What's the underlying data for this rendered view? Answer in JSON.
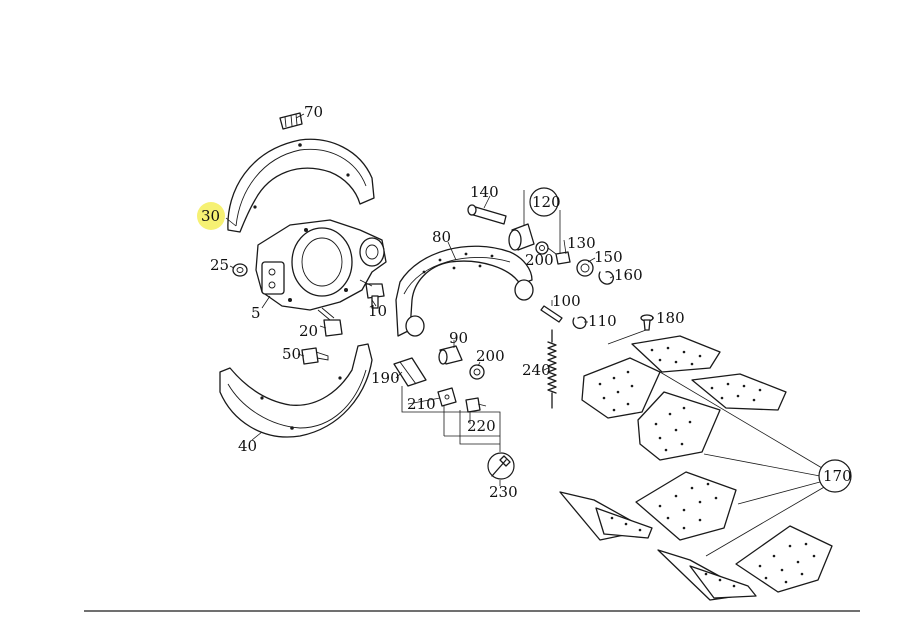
{
  "highlight_color": "#f4ef5a",
  "highlighted_part": "30",
  "callouts": {
    "p5": "5",
    "p10": "10",
    "p20": "20",
    "p25": "25",
    "p30": "30",
    "p40": "40",
    "p50": "50",
    "p70": "70",
    "p80": "80",
    "p90": "90",
    "p100": "100",
    "p110": "110",
    "p120": "120",
    "p130": "130",
    "p140": "140",
    "p150": "150",
    "p160": "160",
    "p170": "170",
    "p180": "180",
    "p190": "190",
    "p200a": "200",
    "p200b": "200",
    "p210": "210",
    "p220": "220",
    "p230": "230",
    "p240": "240"
  }
}
